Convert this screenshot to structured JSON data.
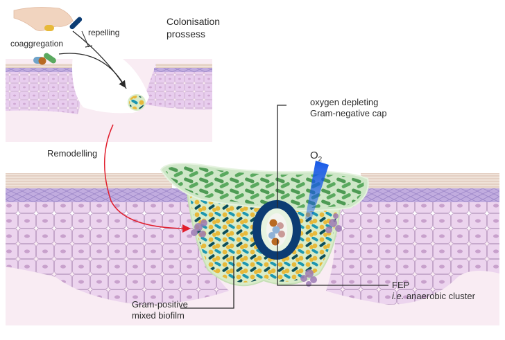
{
  "diagram": {
    "title": "Colonisation prossess",
    "colors": {
      "background": "#ffffff",
      "dermis": "#f8e8f2",
      "epidermis_cells": "#ecd4ee",
      "cell_border": "#b897c0",
      "nucleus": "#c8a1cc",
      "granular_layer": "#b9a3d8",
      "stratum_corneum": "#e8d6cc",
      "gram_negative": "#4e9b54",
      "cap_outline": "#d6ecd0",
      "gram_positive_yellow": "#e7b93a",
      "gram_positive_teal": "#1d97b0",
      "dark_rod": "#0d4f5a",
      "fep_ring": "#0c3c73",
      "anaerobe_orange": "#b86a22",
      "anaerobe_blue": "#8fb2d6",
      "anaerobe_pink": "#c99a97",
      "immune_cluster": "#9d7bb5",
      "oxygen_beam": "#1457e6",
      "remodelling_arrow": "#e11d2c",
      "callout_line": "#2b2b2b"
    },
    "inset": {
      "title_line1": "Colonisation",
      "title_line2": "prossess",
      "labels": {
        "repelling": "repelling",
        "coaggregation": "coaggregation"
      }
    },
    "main": {
      "remodelling": "Remodelling",
      "oxygen": {
        "symbol": "O",
        "subscript": "2"
      },
      "callouts": {
        "gram_negative_line1": "oxygen depleting",
        "gram_negative_line2": "Gram-negative cap",
        "gram_positive_line1": "Gram-positive",
        "gram_positive_line2": "mixed biofilm",
        "fep_line1": "FEP",
        "fep_line2_italic": "i.e.",
        "fep_line2_rest": " anaerobic cluster"
      }
    }
  }
}
